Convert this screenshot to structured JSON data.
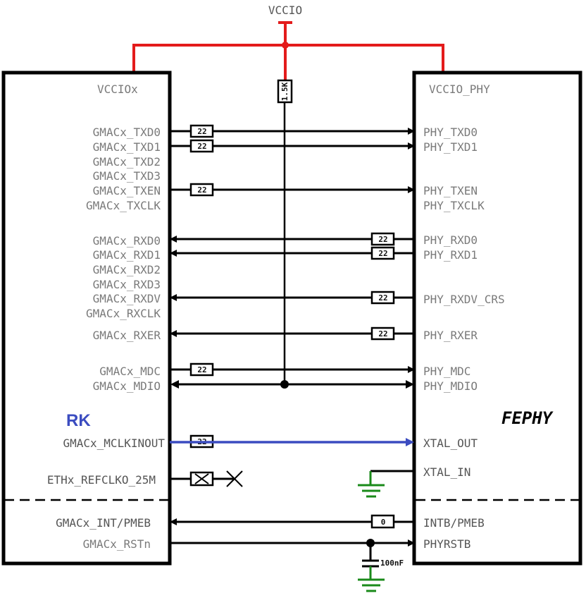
{
  "power": {
    "vccio_label": "VCCIO",
    "pullup_value": "1.5K"
  },
  "rk_chip": {
    "name": "RK",
    "vcc_label": "VCCIOx",
    "pins": [
      "GMACx_TXD0",
      "GMACx_TXD1",
      "GMACx_TXD2",
      "GMACx_TXD3",
      "GMACx_TXEN",
      "GMACx_TXCLK",
      "GMACx_RXD0",
      "GMACx_RXD1",
      "GMACx_RXD2",
      "GMACx_RXD3",
      "GMACx_RXDV",
      "GMACx_RXCLK",
      "GMACx_RXER",
      "GMACx_MDC",
      "GMACx_MDIO",
      "GMACx_MCLKINOUT",
      "ETHx_REFCLKO_25M",
      "GMACx_INT/PMEB",
      "GMACx_RSTn"
    ]
  },
  "phy_chip": {
    "name": "FEPHY",
    "vcc_label": "VCCIO_PHY",
    "pins": [
      "PHY_TXD0",
      "PHY_TXD1",
      "PHY_TXEN",
      "PHY_TXCLK",
      "PHY_RXD0",
      "PHY_RXD1",
      "PHY_RXDV_CRS",
      "PHY_RXER",
      "PHY_MDC",
      "PHY_MDIO",
      "XTAL_OUT",
      "XTAL_IN",
      "INTB/PMEB",
      "PHYRSTB"
    ]
  },
  "components": {
    "series_resistor": "22",
    "mclk_resistor": "22",
    "int_resistor": "0",
    "reset_capacitor": "100nF"
  },
  "colors": {
    "power": "#e31b1b",
    "clock": "#3b4cc0",
    "ground": "#1a8a1a",
    "rk_name": "#3b4cc0"
  }
}
